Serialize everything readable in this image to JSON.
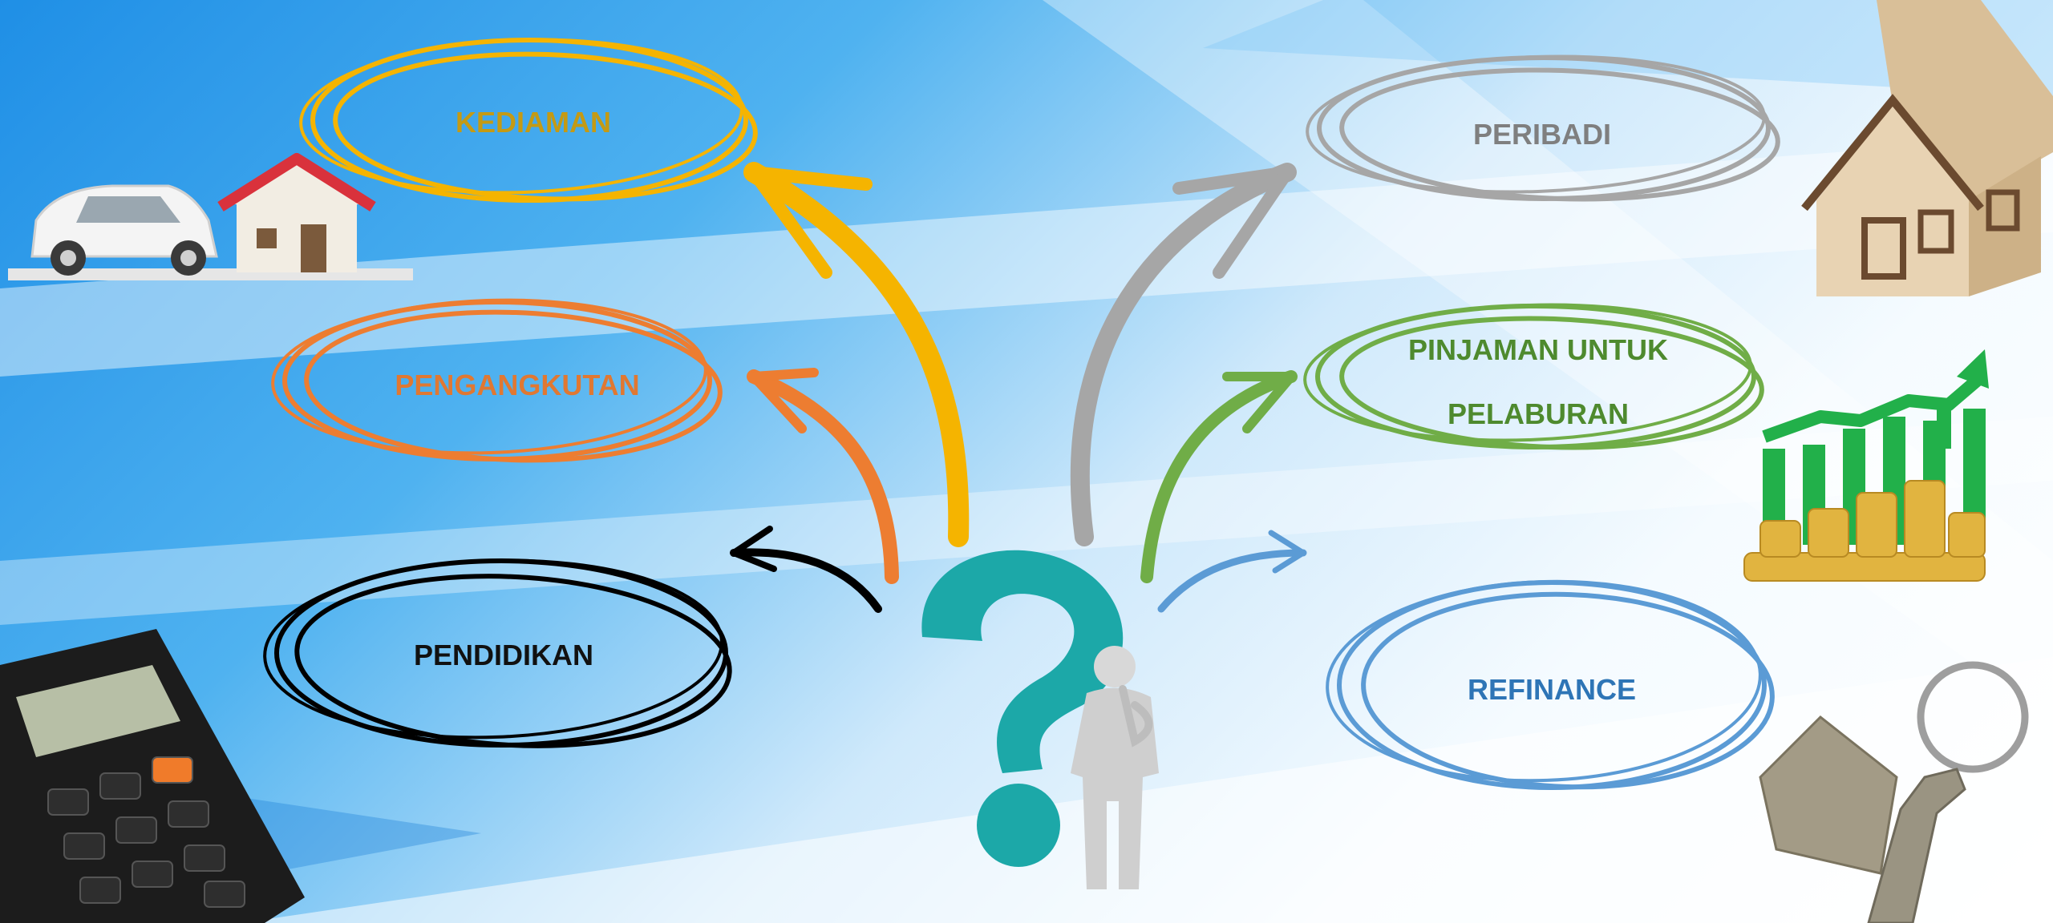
{
  "nodes": {
    "kediaman": {
      "label": "KEDIAMAN",
      "color": "#C49A14"
    },
    "pengangkutan": {
      "label": "PENGANGKUTAN",
      "color": "#E07832"
    },
    "pendidikan": {
      "label": "PENDIDIKAN",
      "color": "#111111"
    },
    "peribadi": {
      "label": "PERIBADI",
      "color": "#7F7F7F"
    },
    "pinjaman": {
      "label_line1": "PINJAMAN UNTUK",
      "label_line2": "PELABURAN",
      "color": "#4E8A2E"
    },
    "refinance": {
      "label": "REFINANCE",
      "color": "#2E75B6"
    }
  },
  "colors": {
    "yellow": "#F5B400",
    "orange": "#ED7D31",
    "black": "#000000",
    "gray": "#A6A6A6",
    "green": "#70AD47",
    "blue": "#5B9BD5",
    "teal": "#1CA8A8"
  },
  "icons": {
    "center": "question-mark-thinking-person-icon",
    "top-left": "car-and-house-icon",
    "bottom-left": "calculator-icon",
    "top-right": "wooden-house-icon",
    "middle-right": "growth-chart-coins-icon",
    "bottom-right": "house-keychain-icon"
  }
}
